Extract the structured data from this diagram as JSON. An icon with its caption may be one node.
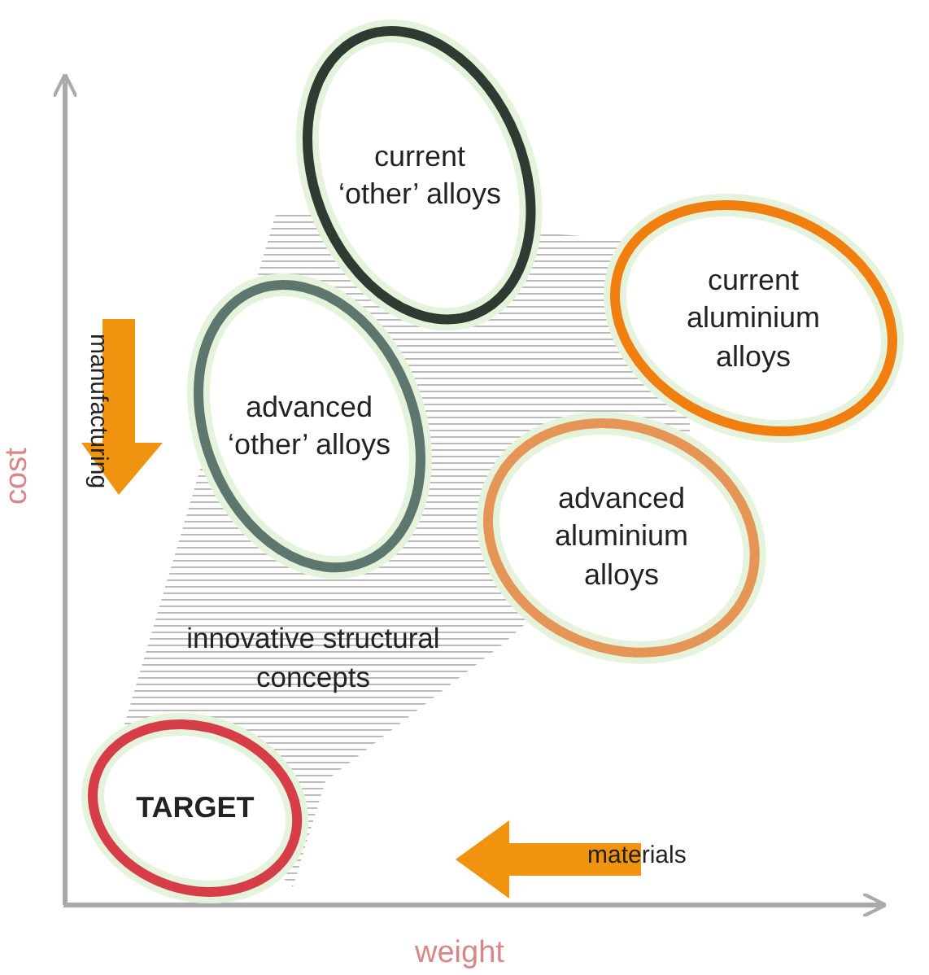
{
  "diagram": {
    "nodes": [
      {
        "text": [
          "current ‘other’ alloys"
        ]
      },
      {
        "text": [
          "current aluminium alloys"
        ]
      },
      {
        "text": [
          "advanced ‘other’ alloys"
        ]
      },
      {
        "text": [
          "advanced aluminium alloys"
        ]
      },
      {
        "text": [
          "TARGET"
        ]
      }
    ],
    "labels": [
      "manufacturing",
      "cost",
      "innovative structural concepts",
      "materials",
      "weight"
    ]
  }
}
